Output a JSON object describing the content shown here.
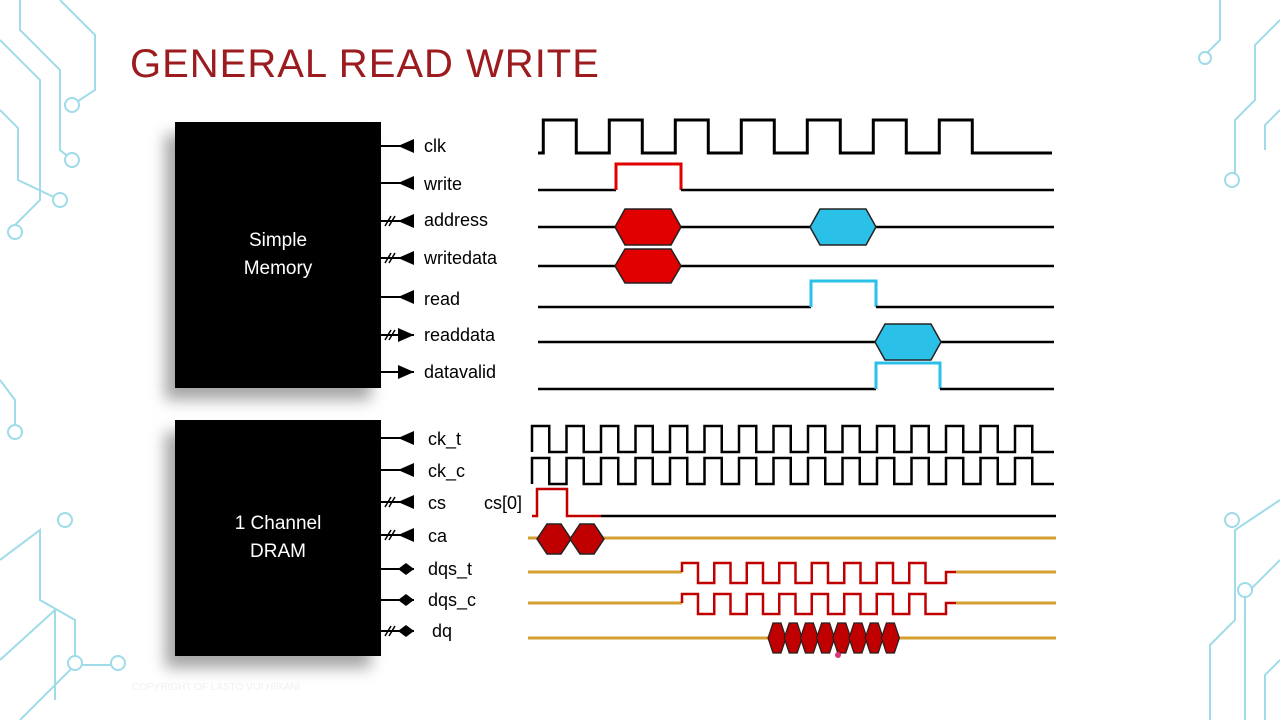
{
  "slide": {
    "title": "GENERAL READ WRITE",
    "watermark": "COPYRIGHT OF LASTO VIJI HIRANI"
  },
  "blocks": {
    "simple_memory": {
      "line1": "Simple",
      "line2": "Memory"
    },
    "dram": {
      "line1": "1 Channel",
      "line2": "DRAM"
    }
  },
  "signals": {
    "clk": "clk",
    "write": "write",
    "address": "address",
    "writedata": "writedata",
    "read": "read",
    "readdata": "readdata",
    "datavalid": "datavalid",
    "ck_t": "ck_t",
    "ck_c": "ck_c",
    "cs": "cs",
    "ca": "ca",
    "dqs_t": "dqs_t",
    "dqs_c": "dqs_c",
    "dq": "dq"
  },
  "annotations": {
    "cs_index": "cs[0]"
  },
  "colors": {
    "title": "#9b1b1f",
    "write_red": "#e00000",
    "read_blue": "#2bc0e8",
    "dram_gold": "#d4a030",
    "dram_red": "#c00000",
    "decor_teal": "#8fd8e8"
  }
}
